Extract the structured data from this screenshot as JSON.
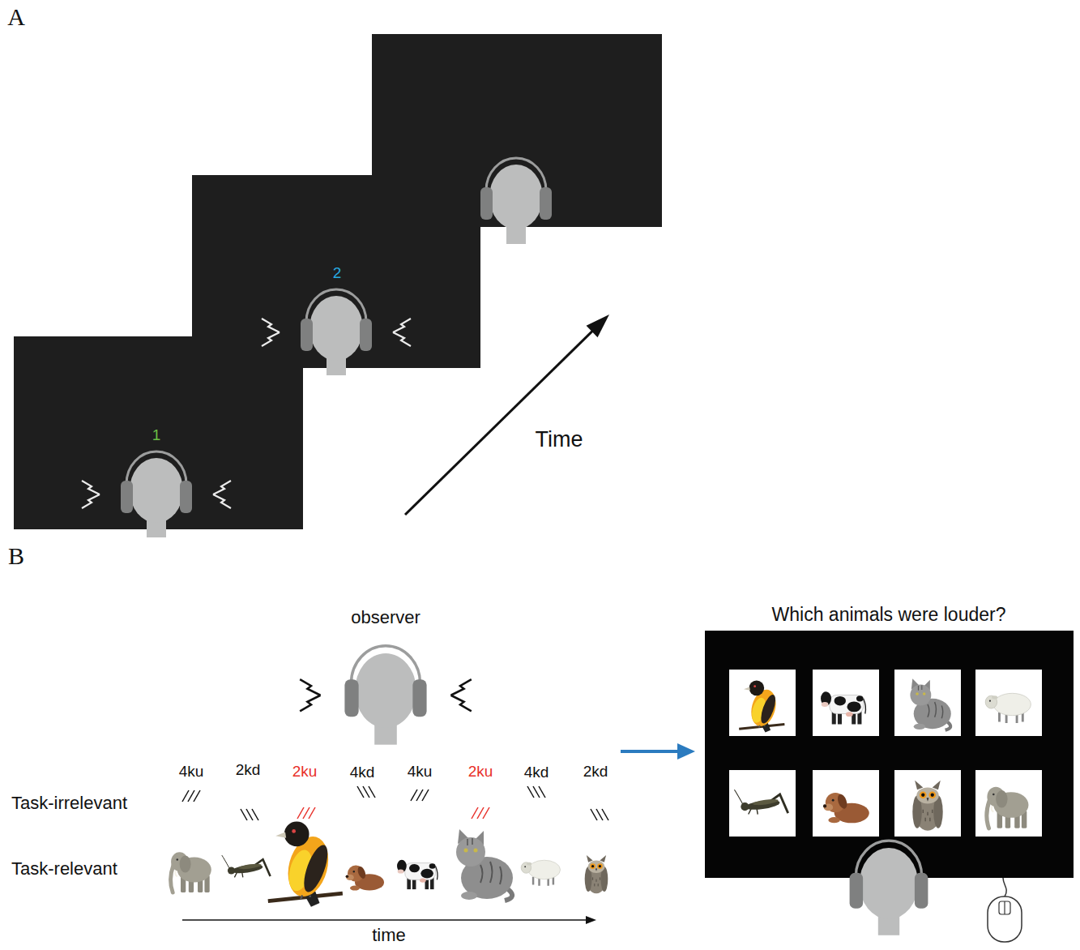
{
  "diagram": {
    "nodes": [
      {
        "text": [
          "1"
        ]
      },
      {
        "text": [
          "2"
        ]
      },
      {
        "text": [
          "Which animals were louder?"
        ]
      }
    ],
    "labels": [
      "A",
      "Time",
      "B",
      "observer",
      "4ku",
      "2kd",
      "2ku",
      "4kd",
      "4ku",
      "2ku",
      "4kd",
      "2kd",
      "Task-irrelevant",
      "Task-relevant",
      "time"
    ]
  }
}
